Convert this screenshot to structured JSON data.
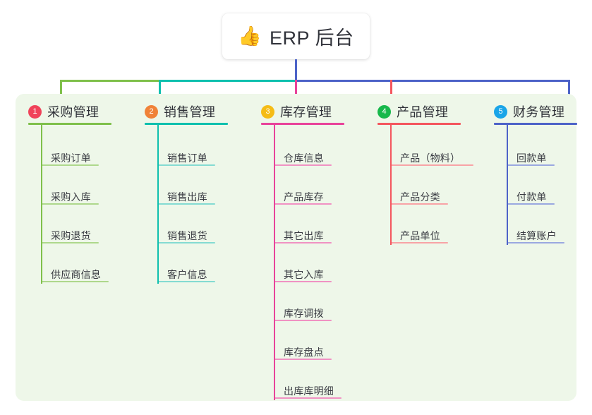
{
  "diagram": {
    "type": "org-tree",
    "root": {
      "icon": "thumbs-up-emoji",
      "icon_glyph": "👍",
      "label": "ERP 后台"
    },
    "panel_color": "#eef7e9",
    "connector_colors": {
      "trunk": "#4d63c8",
      "bar_left": "#7fc04b",
      "bar_mid": "#0fc0ae",
      "bar_right": "#4d63c8"
    },
    "columns": [
      {
        "index": "1",
        "badge_color": "#f0435a",
        "line_color": "#7fc04b",
        "leaf_line_color": "#aed88c",
        "label": "采购管理",
        "head_rule_width": 118,
        "items": [
          {
            "label": "采购订单",
            "rule_width": 82
          },
          {
            "label": "采购入库",
            "rule_width": 82
          },
          {
            "label": "采购退货",
            "rule_width": 82
          },
          {
            "label": "供应商信息",
            "rule_width": 96
          }
        ]
      },
      {
        "index": "2",
        "badge_color": "#f08238",
        "line_color": "#0fc0ae",
        "leaf_line_color": "#84dbd2",
        "label": "销售管理",
        "head_rule_width": 118,
        "items": [
          {
            "label": "销售订单",
            "rule_width": 82
          },
          {
            "label": "销售出库",
            "rule_width": 82
          },
          {
            "label": "销售退货",
            "rule_width": 82
          },
          {
            "label": "客户信息",
            "rule_width": 82
          }
        ]
      },
      {
        "index": "3",
        "badge_color": "#f5bc16",
        "line_color": "#e8439a",
        "leaf_line_color": "#f092c3",
        "label": "库存管理",
        "head_rule_width": 118,
        "items": [
          {
            "label": "仓库信息",
            "rule_width": 82
          },
          {
            "label": "产品库存",
            "rule_width": 82
          },
          {
            "label": "其它出库",
            "rule_width": 82
          },
          {
            "label": "其它入库",
            "rule_width": 82
          },
          {
            "label": "库存调拨",
            "rule_width": 82
          },
          {
            "label": "库存盘点",
            "rule_width": 82
          },
          {
            "label": "出库库明细",
            "rule_width": 96
          }
        ]
      },
      {
        "index": "4",
        "badge_color": "#17b84b",
        "line_color": "#f4565e",
        "leaf_line_color": "#f8a3a6",
        "label": "产品管理",
        "head_rule_width": 118,
        "items": [
          {
            "label": "产品（物料）",
            "rule_width": 118
          },
          {
            "label": "产品分类",
            "rule_width": 82
          },
          {
            "label": "产品单位",
            "rule_width": 82
          }
        ]
      },
      {
        "index": "5",
        "badge_color": "#1aa5e8",
        "line_color": "#4d63c8",
        "leaf_line_color": "#9aa8e0",
        "label": "财务管理",
        "head_rule_width": 118,
        "items": [
          {
            "label": "回款单",
            "rule_width": 68
          },
          {
            "label": "付款单",
            "rule_width": 68
          },
          {
            "label": "结算账户",
            "rule_width": 82
          }
        ]
      }
    ]
  }
}
